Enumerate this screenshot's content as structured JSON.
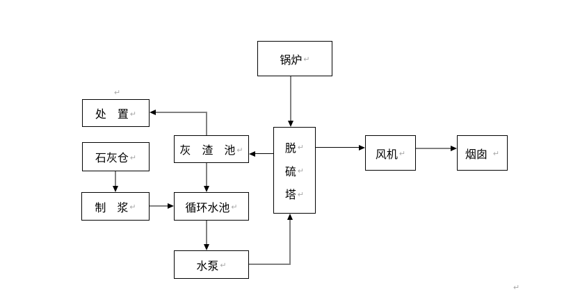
{
  "nodes": {
    "boiler": {
      "label": "锅炉"
    },
    "disposal": {
      "label": "处　置"
    },
    "lime_silo": {
      "label": "石灰仓"
    },
    "ash_pool": {
      "label": "灰　渣　池"
    },
    "slurry": {
      "label": "制　浆"
    },
    "circulating_pool": {
      "label": "循环水池"
    },
    "pump": {
      "label": "水泵"
    },
    "tower": {
      "chars": [
        "脱",
        "硫",
        "塔"
      ]
    },
    "fan": {
      "label": "风机"
    },
    "chimney": {
      "label": "烟囱"
    }
  },
  "marks": {
    "paragraph": "↵"
  },
  "colors": {
    "line_gray": "#808080",
    "line_black": "#000000",
    "box_border": "#000000",
    "mark_gray": "#a8a8a8"
  }
}
